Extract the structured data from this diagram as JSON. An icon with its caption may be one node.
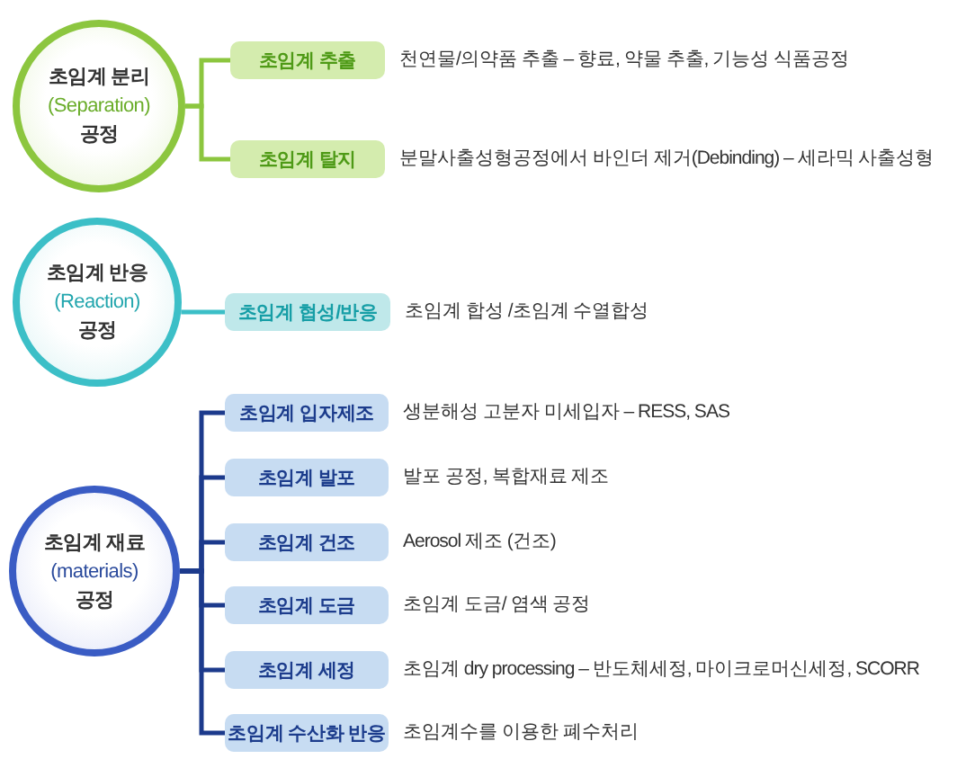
{
  "diagram": {
    "nodes": [
      {
        "text": [
          "초임계 분리",
          "(Separation)",
          "공정"
        ]
      },
      {
        "text": [
          "초임계 추출"
        ],
        "beside": [
          "천연물/의약품 추출 – 향료, 약물 추출, 기능성 식품공정"
        ]
      },
      {
        "text": [
          "초임계 탈지"
        ],
        "beside": [
          "분말사출성형공정에서 바인더 제거(Debinding) – 세라믹 사출성형"
        ]
      },
      {
        "text": [
          "초임계 반응",
          "(Reaction)",
          "공정"
        ]
      },
      {
        "text": [
          "초임계 협성/반응"
        ],
        "beside": [
          "초임계 합성 /초임계 수열합성"
        ]
      },
      {
        "text": [
          "초임계 재료",
          "(materials)",
          "공정"
        ]
      },
      {
        "text": [
          "초임계 입자제조"
        ],
        "beside": [
          "생분해성 고분자 미세입자 – RESS, SAS"
        ]
      },
      {
        "text": [
          "초임계 발포"
        ],
        "beside": [
          "발포 공정, 복합재료 제조"
        ]
      },
      {
        "text": [
          "초임계 건조"
        ],
        "beside": [
          "Aerosol 제조 (건조)"
        ]
      },
      {
        "text": [
          "초임계 도금"
        ],
        "beside": [
          "초임계 도금/ 염색 공정"
        ]
      },
      {
        "text": [
          "초임계 세정"
        ],
        "beside": [
          "초임계 dry processing – 반도체세정, 마이크로머신세정, SCORR"
        ]
      },
      {
        "text": [
          "초임계 수산화 반응"
        ],
        "beside": [
          "초임계수를 이용한 폐수처리"
        ]
      }
    ],
    "edges": [
      {
        "from": 0,
        "to": 1,
        "arrow": "none",
        "color": "#8cc63f"
      },
      {
        "from": 0,
        "to": 2,
        "arrow": "none",
        "color": "#8cc63f"
      },
      {
        "from": 3,
        "to": 4,
        "arrow": "none",
        "color": "#3cbfc7"
      },
      {
        "from": 5,
        "to": 6,
        "arrow": "none"
      },
      {
        "from": 5,
        "to": 7,
        "arrow": "none"
      },
      {
        "from": 5,
        "to": 8,
        "arrow": "none"
      },
      {
        "from": 5,
        "to": 9,
        "arrow": "none"
      },
      {
        "from": 5,
        "to": 10,
        "arrow": "none"
      },
      {
        "from": 5,
        "to": 11,
        "arrow": "none"
      }
    ]
  }
}
